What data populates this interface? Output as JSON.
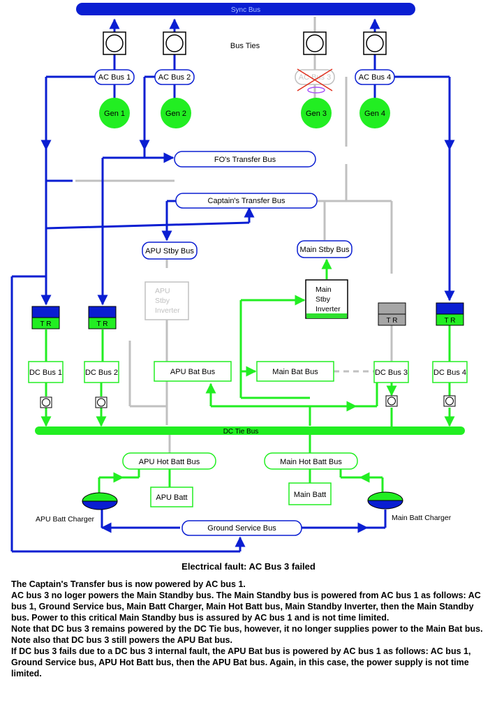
{
  "colors": {
    "blue": "#0a1ed2",
    "green": "#22ee22",
    "grey": "#c0c0c0",
    "fault_red": "#e0301e",
    "fault_ring": "#a855f7",
    "inverter_green": "#2ee02e",
    "tr_grey": "#a6a6a6"
  },
  "labels": {
    "sync_bus": "Sync Bus",
    "bus_ties": "Bus Ties",
    "ac_bus_1": "AC Bus 1",
    "ac_bus_2": "AC Bus 2",
    "ac_bus_3": "AC Bus 3",
    "ac_bus_4": "AC Bus 4",
    "gen_1": "Gen 1",
    "gen_2": "Gen 2",
    "gen_3": "Gen 3",
    "gen_4": "Gen 4",
    "fo_transfer_bus": "FO's Transfer Bus",
    "captain_transfer_bus": "Captain's Transfer Bus",
    "apu_stby_bus": "APU Stby Bus",
    "main_stby_bus": "Main Stby Bus",
    "apu_stby_inverter": [
      "APU",
      "Stby",
      "Inverter"
    ],
    "main_stby_inverter": [
      "Main",
      "Stby",
      "Inverter"
    ],
    "tr": "T R",
    "dc_bus_1": "DC Bus 1",
    "dc_bus_2": "DC Bus 2",
    "dc_bus_3": "DC Bus 3",
    "dc_bus_4": "DC Bus 4",
    "apu_bat_bus": "APU Bat Bus",
    "main_bat_bus": "Main Bat Bus",
    "dc_tie_bus": "DC Tie Bus",
    "apu_hot_batt_bus": "APU Hot Batt Bus",
    "main_hot_batt_bus": "Main Hot Batt Bus",
    "apu_batt": "APU Batt",
    "main_batt": "Main Batt",
    "apu_batt_charger": "APU Batt Charger",
    "main_batt_charger": "Main Batt Charger",
    "ground_service_bus": "Ground Service Bus"
  },
  "fault_title": "Electrical fault: AC Bus 3 failed",
  "description": [
    "The Captain's Transfer bus is now powered by AC bus 1.",
    "AC bus 3 no loger powers the Main Standby bus.   The Main Standby bus is powered from AC bus 1 as follows: AC bus 1, Ground Service bus, Main Batt Charger, Main Hot Batt bus, Main Standby Inverter, then the Main Standby bus.  Power to this critical Main Standby bus is assured by AC bus 1 and is not time limited.",
    "Note that DC bus 3 remains powered by the DC Tie bus, however, it no longer supplies power to the Main Bat bus.  Note also that DC bus 3 still powers the APU Bat bus.",
    "If DC bus 3 fails due to a DC bus 3 internal fault, the APU Bat bus is powered by AC bus 1 as follows: AC bus 1, Ground Service bus, APU Hot Batt bus, then the APU Bat bus.  Again, in this case, the power supply is not time limited."
  ]
}
